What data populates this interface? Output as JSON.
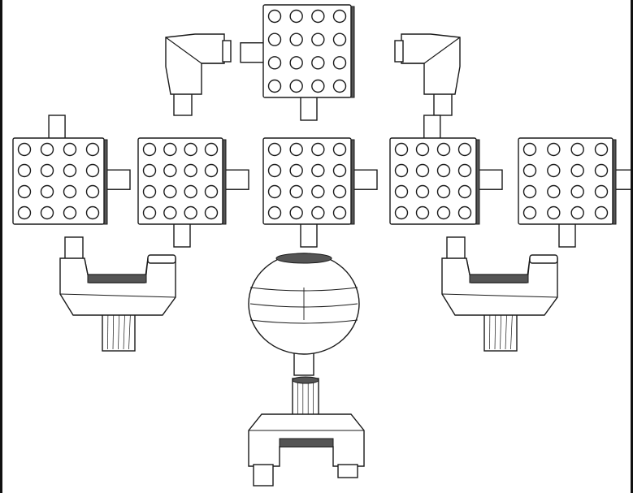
{
  "diagram": {
    "kind": "exploded-view-of-parts",
    "colors": {
      "stroke": "#1a1a1a",
      "fill": "#ffffff",
      "shade": "#d9d9d9",
      "dark": "#555555",
      "hole_ring": "#1a1a1a"
    },
    "parts": [
      {
        "name": "top-manifold-block",
        "type": "perforated-block",
        "hole_rows": 4,
        "hole_cols": 4,
        "ports": [
          "left",
          "bottom"
        ]
      },
      {
        "name": "elbow-left",
        "type": "elbow-pipe",
        "ports": [
          "right",
          "bottom"
        ]
      },
      {
        "name": "elbow-right",
        "type": "elbow-pipe",
        "ports": [
          "left",
          "bottom"
        ]
      },
      {
        "name": "block-row-1",
        "type": "perforated-block",
        "hole_rows": 4,
        "hole_cols": 4,
        "ports": [
          "top",
          "right"
        ]
      },
      {
        "name": "block-row-2",
        "type": "perforated-block",
        "hole_rows": 4,
        "hole_cols": 4,
        "ports": [
          "right",
          "bottom"
        ]
      },
      {
        "name": "block-row-3",
        "type": "perforated-block",
        "hole_rows": 4,
        "hole_cols": 4,
        "ports": [
          "right",
          "bottom"
        ]
      },
      {
        "name": "block-row-4",
        "type": "perforated-block",
        "hole_rows": 4,
        "hole_cols": 4,
        "ports": [
          "top",
          "right"
        ]
      },
      {
        "name": "block-row-5",
        "type": "perforated-block",
        "hole_rows": 4,
        "hole_cols": 4,
        "ports": [
          "right",
          "bottom"
        ]
      },
      {
        "name": "y-fitting-left",
        "type": "u-fitting",
        "ports": [
          "top",
          "top",
          "bottom"
        ]
      },
      {
        "name": "spherical-tank",
        "type": "tank",
        "ports": [
          "bottom"
        ]
      },
      {
        "name": "y-fitting-right",
        "type": "u-fitting",
        "ports": [
          "top",
          "top",
          "bottom"
        ]
      },
      {
        "name": "y-fitting-bottom",
        "type": "u-fitting-inverted",
        "ports": [
          "top",
          "bottom",
          "bottom"
        ]
      }
    ]
  }
}
